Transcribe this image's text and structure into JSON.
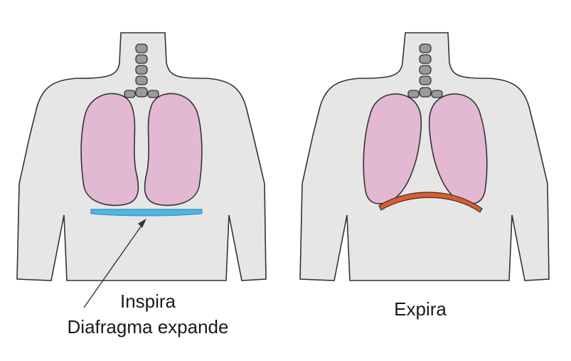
{
  "figures": [
    {
      "id": "inhale",
      "caption_lines": [
        "Inspira",
        "Diafragma expande"
      ]
    },
    {
      "id": "exhale",
      "caption_lines": [
        "Expira"
      ]
    }
  ],
  "colors": {
    "skin": "#e6e6e6",
    "outline": "#333333",
    "lung": "#e2b8d2",
    "vertebra": "#9a9a9a",
    "diaphragm_inhale": "#4fb7e3",
    "diaphragm_exhale": "#e15a2a",
    "text": "#1a1a1a"
  }
}
